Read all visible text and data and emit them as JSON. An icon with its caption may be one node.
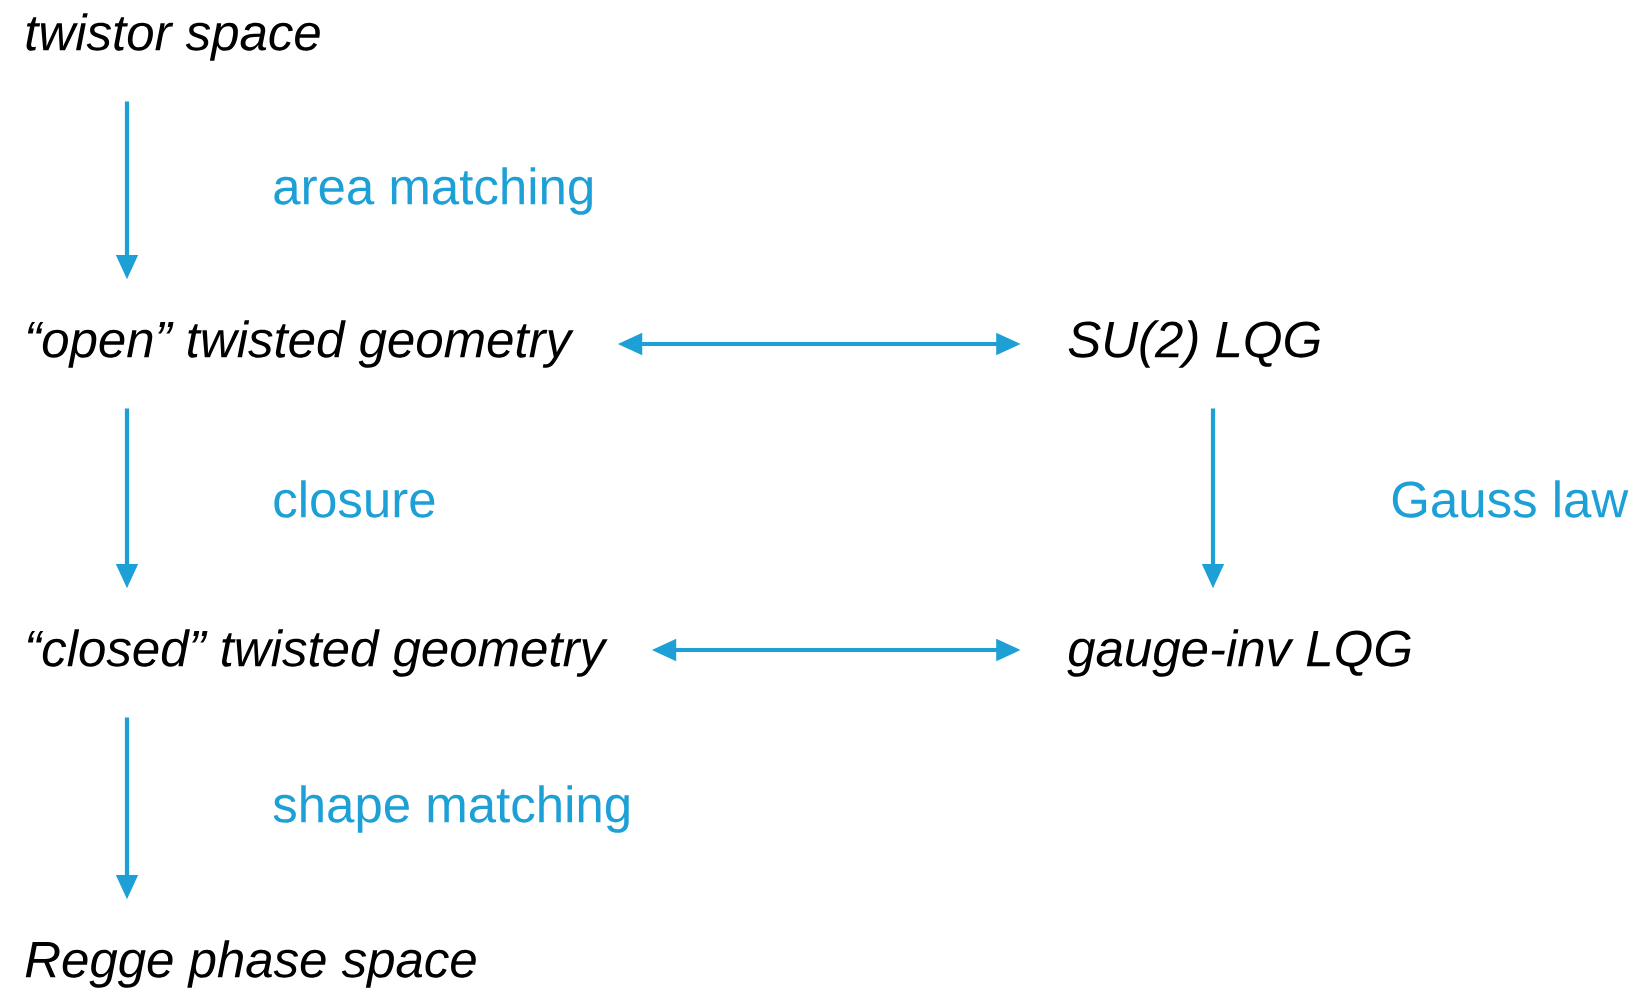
{
  "diagram": {
    "nodes": [
      {
        "text": [
          "twistor space"
        ]
      },
      {
        "text": [
          "“open”  twisted geometry"
        ]
      },
      {
        "text": [
          "SU(2) LQG"
        ]
      },
      {
        "text": [
          "“closed”  twisted geometry"
        ]
      },
      {
        "text": [
          "gauge-inv LQG"
        ]
      },
      {
        "text": [
          "Regge phase space"
        ]
      }
    ],
    "edges": [
      {
        "from": 0,
        "to": 1,
        "arrow": "to",
        "label": "area matching"
      },
      {
        "from": 1,
        "to": 3,
        "arrow": "to",
        "label": "closure"
      },
      {
        "from": 3,
        "to": 5,
        "arrow": "to",
        "label": "shape matching"
      },
      {
        "from": 2,
        "to": 4,
        "arrow": "to",
        "label": "Gauss law"
      },
      {
        "from": 1,
        "to": 2,
        "arrow": "both"
      },
      {
        "from": 3,
        "to": 4,
        "arrow": "both"
      }
    ]
  }
}
